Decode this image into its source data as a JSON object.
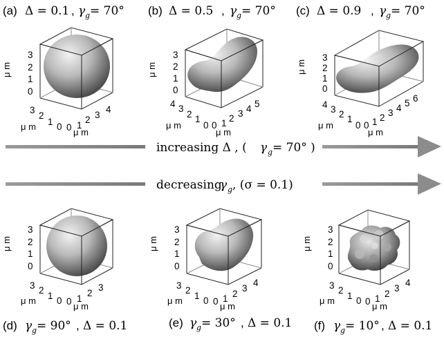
{
  "panels": [
    {
      "id": "a",
      "caption_tag": "(a)",
      "delta_text": "Δ = 0.1",
      "gamma_text": "γ",
      "sub": "g",
      "gamma_val": " = 70°",
      "z_ticks": [
        "3",
        "2",
        "1",
        "0"
      ],
      "y_ticks": [
        "3",
        "2",
        "1",
        "0"
      ],
      "x_ticks": [
        "0",
        "1",
        "2",
        "3",
        "4"
      ],
      "unit": "μ m",
      "shape": "sphere-ish"
    },
    {
      "id": "b",
      "caption_tag": "(b)",
      "delta_text": "Δ = 0.5",
      "gamma_text": "γ",
      "sub": "g",
      "gamma_val": " = 70°",
      "z_ticks": [
        "3",
        "2",
        "1",
        "0"
      ],
      "y_ticks": [
        "4",
        "3",
        "2",
        "1",
        "0"
      ],
      "x_ticks": [
        "0",
        "1",
        "2",
        "3",
        "4",
        "5"
      ],
      "unit": "μ m",
      "shape": "elongated"
    },
    {
      "id": "c",
      "caption_tag": "(c)",
      "delta_text": "Δ = 0.9",
      "gamma_text": "γ",
      "sub": "g",
      "gamma_val": " = 70°",
      "z_ticks": [
        "3",
        "2",
        "1",
        "0"
      ],
      "y_ticks": [
        "4",
        "3",
        "2",
        "1",
        "0"
      ],
      "x_ticks": [
        "0",
        "1",
        "2",
        "3",
        "4",
        "5",
        "6"
      ],
      "unit": "μ m",
      "shape": "very-elongated"
    },
    {
      "id": "d",
      "caption_tag": "(d)",
      "delta_text": "Δ = 0.1",
      "gamma_text": "γ",
      "sub": "g",
      "gamma_val": " = 90°",
      "z_ticks": [
        "3",
        "2",
        "1",
        "0"
      ],
      "y_ticks": [
        "3",
        "2",
        "1",
        "0"
      ],
      "x_ticks": [
        "0",
        "1",
        "2",
        "3"
      ],
      "unit": "μ m",
      "shape": "sphere"
    },
    {
      "id": "e",
      "caption_tag": "(e)",
      "delta_text": "Δ = 0.1",
      "gamma_text": "γ",
      "sub": "g",
      "gamma_val": " = 30°",
      "z_ticks": [
        "3",
        "2",
        "1",
        "0"
      ],
      "y_ticks": [
        "3",
        "2",
        "1",
        "0"
      ],
      "x_ticks": [
        "0",
        "1",
        "2",
        "3",
        "4"
      ],
      "unit": "μ m",
      "shape": "lumpy"
    },
    {
      "id": "f",
      "caption_tag": "(f)",
      "delta_text": "Δ = 0.1",
      "gamma_text": "γ",
      "sub": "g",
      "gamma_val": " = 10°",
      "z_ticks": [
        "3",
        "2",
        "1",
        "0"
      ],
      "y_ticks": [
        "3",
        "2",
        "1",
        "0"
      ],
      "x_ticks": [
        "0",
        "1",
        "2",
        "3",
        "4"
      ],
      "unit": "μ m",
      "shape": "rough"
    }
  ],
  "arrows": [
    {
      "id": "increasing-delta",
      "label_a": "increasing Δ , (",
      "label_gamma": "γ",
      "label_sub": "g",
      "label_b": " = 70° )"
    },
    {
      "id": "decreasing-gamma",
      "label_a": "decreasing ",
      "label_gamma": "γ",
      "label_sub": "g",
      "label_b": " , (σ = 0.1)"
    }
  ],
  "colors": {
    "arrow": "#8c8c8c",
    "surface": "#9a9a9a",
    "line": "#222222"
  }
}
